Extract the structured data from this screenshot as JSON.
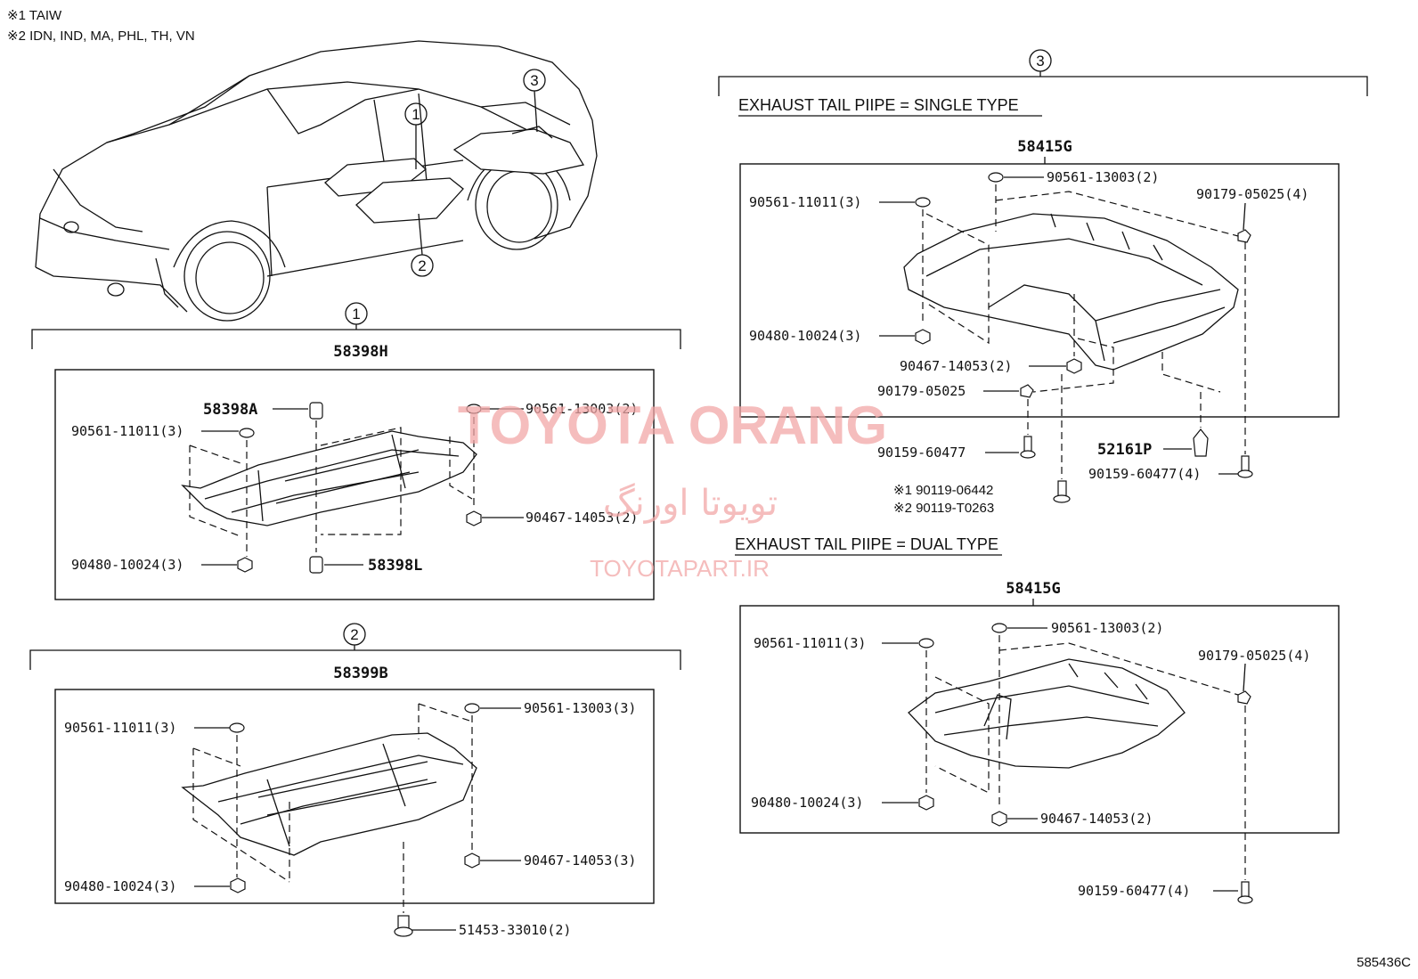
{
  "notes": {
    "n1": "※1  TAIW",
    "n2": "※2  IDN, IND, MA, PHL, TH, VN"
  },
  "callouts": {
    "c1": "1",
    "c2": "2",
    "c3": "3"
  },
  "section1": {
    "assembly": "58398H",
    "parts": {
      "p58398a": "58398A",
      "p58398l": "58398L",
      "p90561_11011": "90561-11011(3)",
      "p90561_13003": "90561-13003(2)",
      "p90467_14053": "90467-14053(2)",
      "p90480_10024": "90480-10024(3)"
    }
  },
  "section2": {
    "assembly": "58399B",
    "parts": {
      "p90561_11011": "90561-11011(3)",
      "p90561_13003": "90561-13003(3)",
      "p90467_14053": "90467-14053(3)",
      "p90480_10024": "90480-10024(3)",
      "p51453_33010": "51453-33010(2)"
    }
  },
  "section3": {
    "single": {
      "header": "EXHAUST TAIL PIIPE = SINGLE TYPE",
      "assembly": "58415G",
      "parts": {
        "p90561_13003": "90561-13003(2)",
        "p90561_11011": "90561-11011(3)",
        "p90179_05025_4": "90179-05025(4)",
        "p90480_10024": "90480-10024(3)",
        "p90467_14053": "90467-14053(2)",
        "p90179_05025": "90179-05025",
        "p90159_60477": "90159-60477",
        "p52161p": "52161P",
        "p90159_60477_4": "90159-60477(4)",
        "p90119_06442": "※1  90119-06442",
        "p90119_t0263": "※2  90119-T0263"
      }
    },
    "dual": {
      "header": "EXHAUST TAIL PIIPE = DUAL TYPE",
      "assembly": "58415G",
      "parts": {
        "p90561_11011": "90561-11011(3)",
        "p90561_13003": "90561-13003(2)",
        "p90179_05025_4": "90179-05025(4)",
        "p90480_10024": "90480-10024(3)",
        "p90467_14053": "90467-14053(2)",
        "p90159_60477_4": "90159-60477(4)"
      }
    }
  },
  "watermark": {
    "brand": "TOYOTA ORANG",
    "persian": "تویوتا اورنگ",
    "site": "TOYOTAPART.IR"
  },
  "figure_code": "585436C"
}
